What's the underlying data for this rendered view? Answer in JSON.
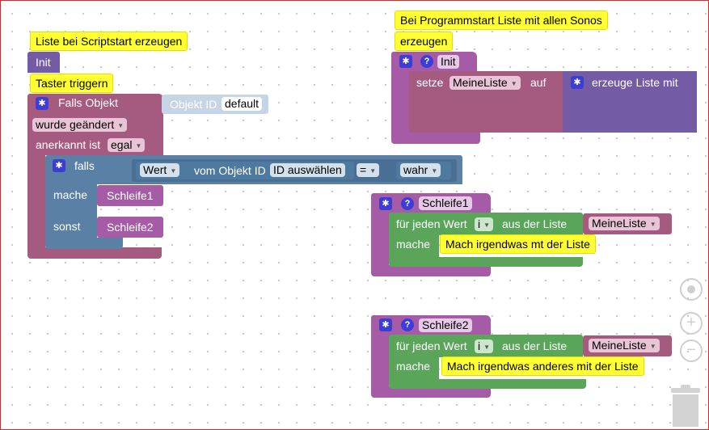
{
  "comments": {
    "script_start": "Liste bei Scriptstart erzeugen",
    "button_trigger": "Taster triggern",
    "program_start_line1": "Bei Programmstart Liste mit allen Sonos",
    "program_start_line2": "erzeugen",
    "loop1_action": "Mach irgendwas mt der Liste",
    "loop2_action": "Mach irgendwas anderes mit der Liste"
  },
  "blocks": {
    "init_small": "Init",
    "trigger": {
      "label": "Falls Objekt",
      "object_id_label": "Objekt ID",
      "object_id_value": "default",
      "changed_dropdown": "wurde geändert",
      "ack_label": "anerkannt ist",
      "ack_dropdown": "egal"
    },
    "if_block": {
      "if_label": "falls",
      "value_dropdown": "Wert",
      "from_object_label": "vom Objekt ID",
      "id_select": "ID auswählen",
      "operator_dropdown": "=",
      "bool_dropdown": "wahr",
      "do_label": "mache",
      "else_label": "sonst",
      "call_1": "Schleife1",
      "call_2": "Schleife2"
    },
    "init_function": {
      "name": "Init",
      "set_label": "setze",
      "var_dropdown": "MeineListe",
      "to_label": "auf",
      "create_list": "erzeuge Liste mit"
    },
    "loop_func_1": {
      "name": "Schleife1",
      "for_each_label": "für jeden Wert",
      "var_dropdown": "i",
      "from_list_label": "aus der Liste",
      "list_dropdown": "MeineListe",
      "do_label": "mache"
    },
    "loop_func_2": {
      "name": "Schleife2",
      "for_each_label": "für jeden Wert",
      "var_dropdown": "i",
      "from_list_label": "aus der Liste",
      "list_dropdown": "MeineListe",
      "do_label": "mache"
    }
  },
  "icons": {
    "gear": "gear-icon",
    "help": "question-icon",
    "target": "target-icon",
    "zoom_in": "zoom-in-icon",
    "zoom_out": "zoom-out-icon",
    "trash": "trash-icon",
    "dropdown": "dropdown-arrow-icon"
  },
  "colors": {
    "event_block": "#a55b80",
    "logic_block": "#5b80a5",
    "procedure_block": "#a55ba5",
    "list_block": "#745ba5",
    "loop_block": "#5ba55b",
    "comment": "#ffff33",
    "icon_blue": "#3d3dd6"
  }
}
